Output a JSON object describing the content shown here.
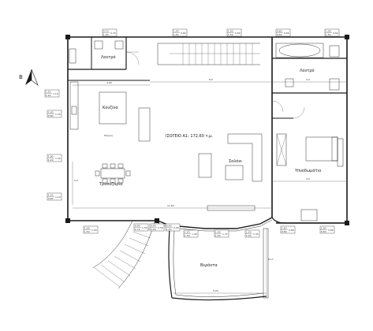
{
  "plan": {
    "north_label": "B",
    "area_label": "ΙΣΟΓΕΙΟ Α1: 172,60 τ.μ.",
    "rooms": {
      "wc_top": "Λουτρό",
      "wc_right": "Λουτρό",
      "kitchen": "Κουζίνα",
      "counter": "Πάγκος",
      "dining": "Τραπεζαρία",
      "living": "Σαλόνι",
      "bedroom": "Υπνοδωμάτιο",
      "veranda": "Βεράντα"
    },
    "dimensions": {
      "d1": "4.90",
      "d2": "8.5",
      "d3": "11.60",
      "d4": "3.0",
      "d5": "3.0",
      "d6": "5.20",
      "d7": "8.17",
      "d8": "9.0"
    },
    "window_tags": {
      "t_top1": [
        "0.70",
        "1.30",
        "0.70"
      ],
      "t_top2": [
        "1.00",
        "1.50",
        "0.60"
      ],
      "t_top3": [
        "1.00",
        "1.50",
        "0.60"
      ],
      "t_top4": [
        "0.60",
        "0.60",
        "0.60"
      ],
      "t_top5": [
        "1.00",
        "1.50",
        "0.60"
      ],
      "t_left1": [
        "1.20",
        "1.20",
        "1.10"
      ],
      "t_left2": [
        "1.80",
        "0.80",
        "1.20"
      ],
      "t_left3": [
        "1.80",
        "1.20",
        "1.00"
      ],
      "t_left4": [
        "1.20",
        "0.80",
        "1.10"
      ],
      "t_bot1": [
        "1.00",
        "1.50",
        "1.50"
      ],
      "t_bot2": [
        "0.90",
        "1.70",
        "1.50"
      ],
      "t_bot3": [
        "0.90",
        "2.20",
        "2.50"
      ],
      "t_bot4": [
        "0.90",
        "1.20",
        "0.90"
      ],
      "t_bot5": [
        "1.20",
        "1.30",
        "1.40"
      ],
      "t_bot6": [
        "1.00",
        "1.00",
        "1.72"
      ],
      "t_bot7": [
        "1.00",
        "1.00",
        "1.40"
      ],
      "t_bot8": [
        "1.80",
        "0.80",
        "0.80"
      ],
      "t_bot9": [
        "1.80",
        "0.80",
        "0.80"
      ]
    }
  }
}
